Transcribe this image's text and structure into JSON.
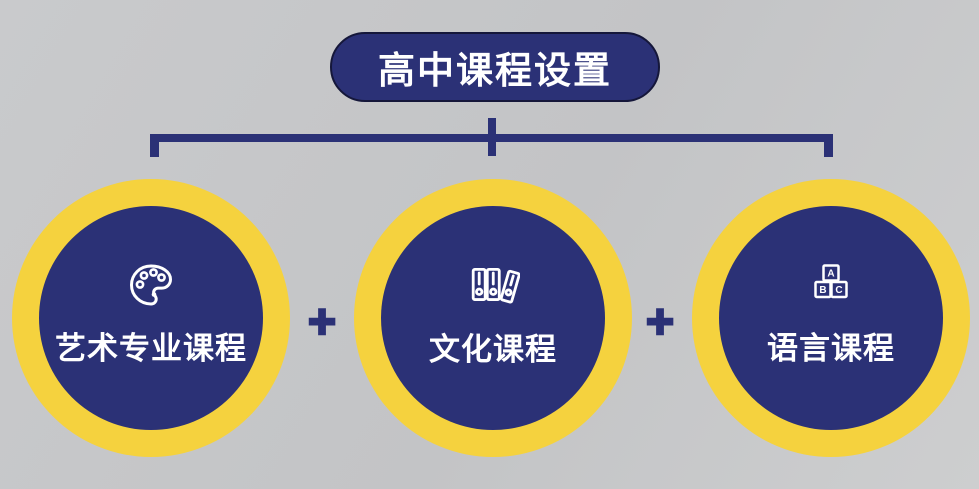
{
  "colors": {
    "navy": "#2b3176",
    "yellow": "#f5d23e",
    "background_gray": "#c5c6c8",
    "text_white": "#ffffff",
    "pill_border": "#15173a"
  },
  "title": {
    "label": "高中课程设置"
  },
  "nodes": [
    {
      "id": "art",
      "label": "艺术专业课程",
      "icon": "palette-icon"
    },
    {
      "id": "culture",
      "label": "文化课程",
      "icon": "binders-icon"
    },
    {
      "id": "language",
      "label": "语言课程",
      "icon": "abc-blocks-icon"
    }
  ],
  "separators": [
    {
      "symbol": "+"
    },
    {
      "symbol": "+"
    }
  ],
  "abc_blocks": {
    "top": "A",
    "bottom_left": "B",
    "bottom_right": "C"
  }
}
